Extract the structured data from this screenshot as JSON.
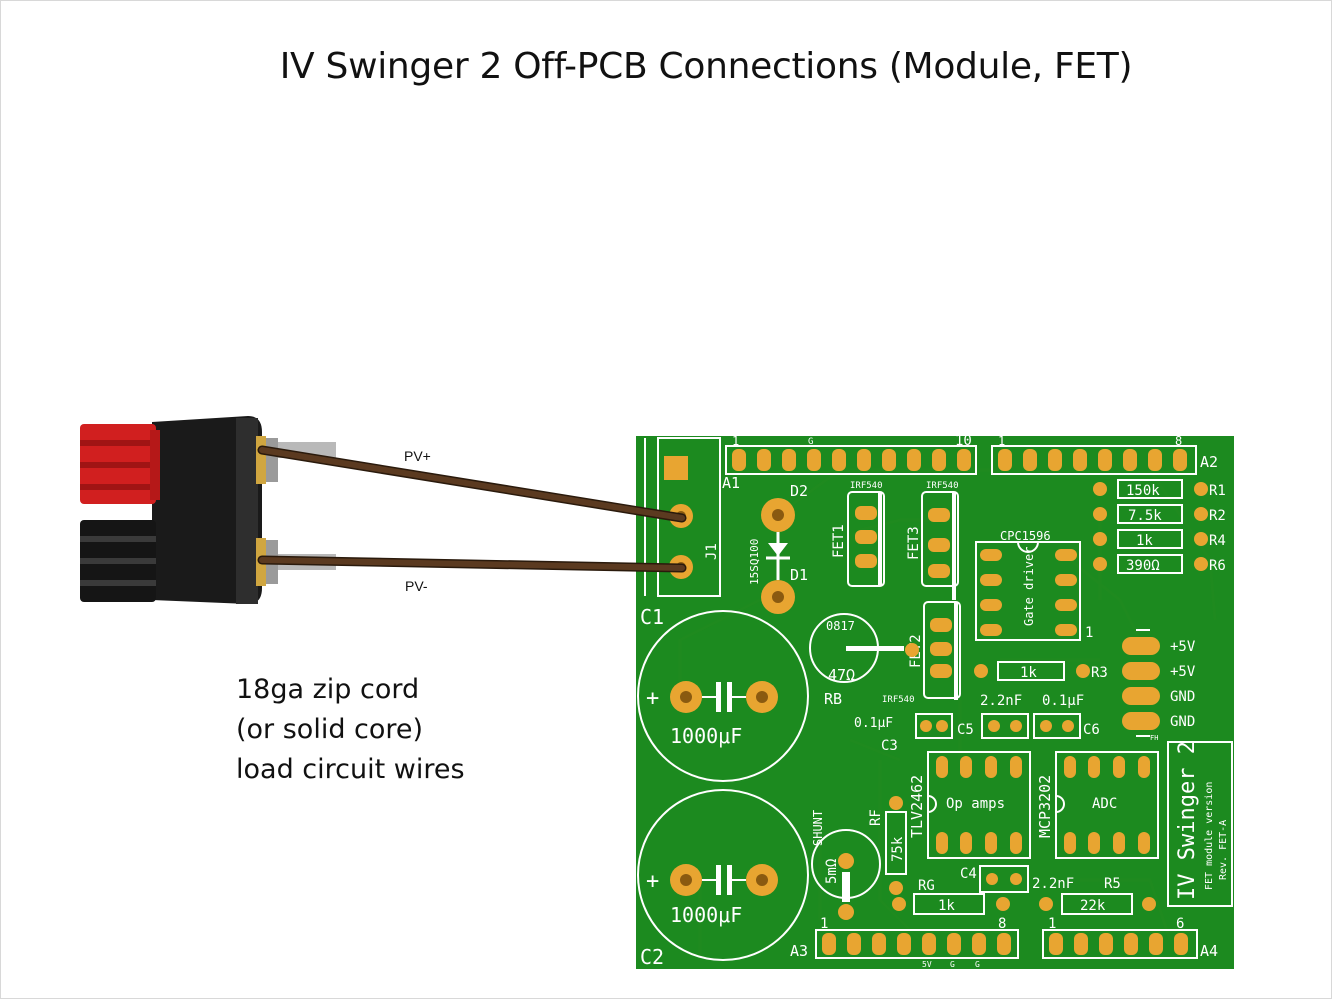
{
  "title": "IV Swinger 2 Off-PCB Connections (Module, FET)",
  "caption": {
    "line1": "18ga zip cord",
    "line2": "(or solid core)",
    "line3": "load circuit wires"
  },
  "wire_labels": {
    "positive": "PV+",
    "negative": "PV-"
  },
  "colors": {
    "pcb": "#1c8a1f",
    "pad": "#e8a531",
    "wire": "#5b3a20",
    "silk": "#ffffff"
  },
  "pcb": {
    "board_title": "IV Swinger 2",
    "board_subtitle": "FET module version",
    "board_rev": "Rev. FET-A",
    "headers": {
      "a1": "A1",
      "a1_pin1": "1",
      "a1_pin_g": "G",
      "a1_pin10": "10",
      "a2": "A2",
      "a2_pin1": "1",
      "a2_pin8": "8",
      "a3": "A3",
      "a3_pin1": "1",
      "a3_pin8": "8",
      "a4": "A4",
      "a4_pin1": "1",
      "a4_pin6": "6",
      "a3_5v": "5V",
      "a3_g1": "G",
      "a3_g2": "G"
    },
    "labels": {
      "j1": "J1",
      "c1": "C1",
      "c2": "C2",
      "c3": "C3",
      "c4": "C4",
      "c5": "C5",
      "c6": "C6",
      "d1": "D1",
      "d2": "D2",
      "diode": "15SQ100",
      "fet1": "FET1",
      "fet2": "FET2",
      "fet3": "FET3",
      "irf1": "IRF540",
      "irf2": "IRF540",
      "irf3": "IRF540",
      "cpc": "CPC1596",
      "gate_driver": "Gate driver",
      "cpc_pin1": "1",
      "rb": "RB",
      "rb_code": "0817",
      "rb_value": "47Ω",
      "r1": "R1",
      "r2": "R2",
      "r3": "R3",
      "r4": "R4",
      "r5": "R5",
      "r6": "R6",
      "r1_value": "150k",
      "r2_value": "7.5k",
      "r4_value": "1k",
      "r6_value": "390Ω",
      "r3_value": "1k",
      "rg": "RG",
      "rg_value": "1k",
      "rf": "RF",
      "rf_value": "75k",
      "r5_value": "22k",
      "cap_big1": "1000μF",
      "cap_big2": "1000μF",
      "plus1": "+",
      "plus2": "+",
      "c5_value": "2.2nF",
      "c6_value": "0.1μF",
      "c3_value": "0.1μF",
      "c4_value": "2.2nF",
      "shunt": "SHUNT",
      "shunt_value": "5mΩ",
      "opamp_ic": "TLV2462",
      "opamp": "Op amps",
      "adc_ic": "MCP3202",
      "adc": "ADC",
      "p5v_1": "+5V",
      "p5v_2": "+5V",
      "gnd_1": "GND",
      "gnd_2": "GND",
      "fh": "FH"
    }
  }
}
